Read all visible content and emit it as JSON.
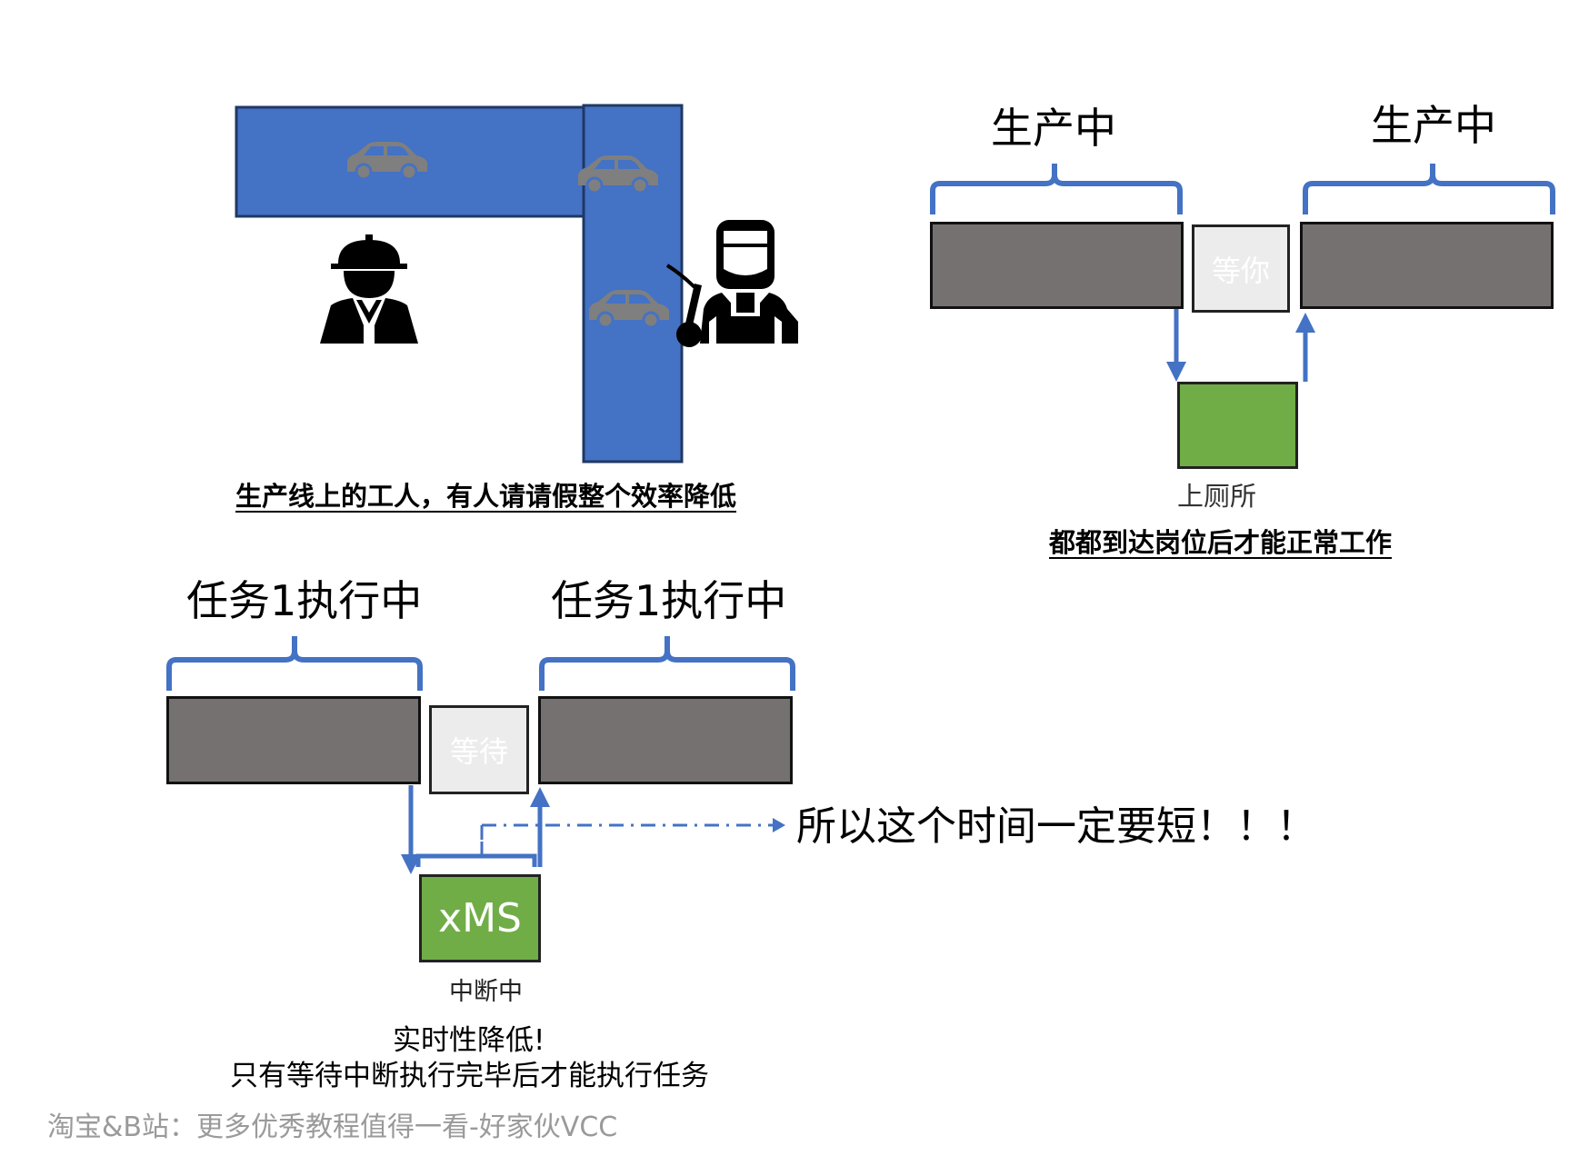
{
  "diagram": {
    "colors": {
      "belt": "#4472c4",
      "bracket": "#4472c4",
      "arrow": "#4472c4",
      "bar_gray": "#767171",
      "wait_box": "#ececec",
      "green": "#70ad47",
      "watermark": "#9a9a9a"
    },
    "factory": {
      "icons": [
        "car-icon",
        "car-icon",
        "car-icon",
        "worker-hardhat-icon",
        "welder-icon"
      ],
      "caption": "生产线上的工人，有人请请假整个效率降低"
    },
    "toilet": {
      "left_label": "生产中",
      "right_label": "生产中",
      "wait_label": "等你",
      "green_label": "上厕所",
      "caption": "都都到达岗位后才能正常工作"
    },
    "interrupt": {
      "left_label": "任务1执行中",
      "right_label": "任务1执行中",
      "wait_label": "等待",
      "green_label": "xMS",
      "under_green": "中断中",
      "conclusion": "所以这个时间一定要短！！！",
      "note_line1": "实时性降低!",
      "note_line2": "只有等待中断执行完毕后才能执行任务"
    },
    "watermark": "淘宝&B站：更多优秀教程值得一看-好家伙VCC"
  }
}
